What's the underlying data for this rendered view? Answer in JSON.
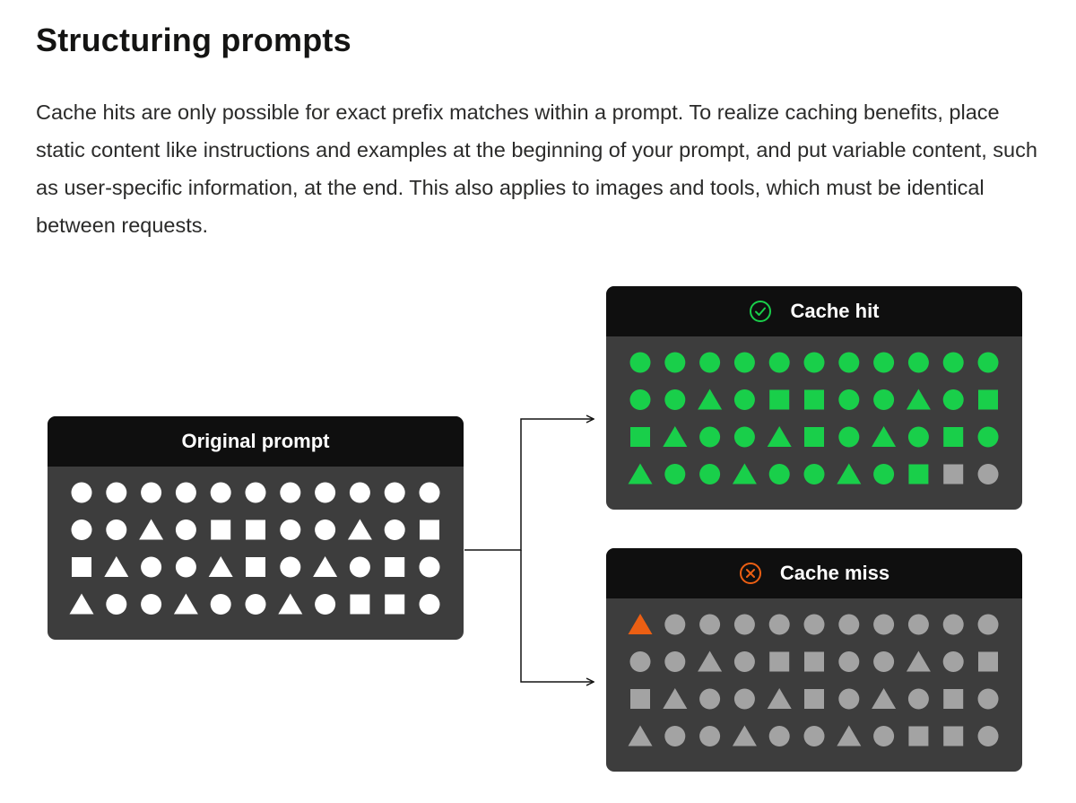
{
  "heading": "Structuring prompts",
  "intro": "Cache hits are only possible for exact prefix matches within a prompt. To realize caching benefits, place static content like instructions and examples at the beginning of your prompt, and put variable content, such as user-specific information, at the end. This also applies to images and tools, which must be identical between requests.",
  "colors": {
    "white": "#ffffff",
    "hit": "#19cf4a",
    "miss": "#ec5f13",
    "unused": "#a3a3a3",
    "panel": "#3d3d3d",
    "header": "#0f0f0f"
  },
  "original_prompt": {
    "title": "Original prompt",
    "rows": [
      [
        "circle",
        "circle",
        "circle",
        "circle",
        "circle",
        "circle",
        "circle",
        "circle",
        "circle",
        "circle",
        "circle"
      ],
      [
        "circle",
        "circle",
        "triangle",
        "circle",
        "square",
        "square",
        "circle",
        "circle",
        "triangle",
        "circle",
        "square"
      ],
      [
        "square",
        "triangle",
        "circle",
        "circle",
        "triangle",
        "square",
        "circle",
        "triangle",
        "circle",
        "square",
        "circle"
      ],
      [
        "triangle",
        "circle",
        "circle",
        "triangle",
        "circle",
        "circle",
        "triangle",
        "circle",
        "square",
        "square",
        "circle"
      ]
    ]
  },
  "cache_hit": {
    "title": "Cache hit",
    "icon": "check-circle-icon",
    "matched_count": 42
  },
  "cache_miss": {
    "title": "Cache miss",
    "icon": "x-circle-icon",
    "first_shape": "triangle",
    "matched_count": 0
  }
}
